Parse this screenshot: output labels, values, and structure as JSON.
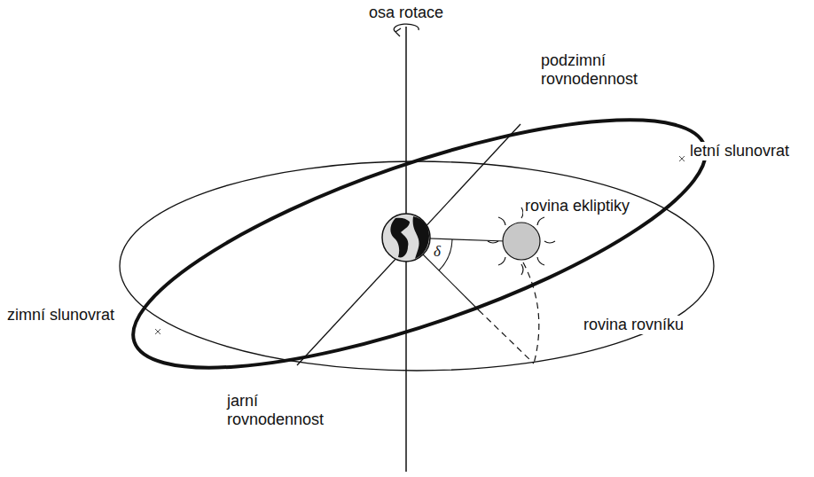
{
  "diagram": {
    "labels": [
      "osa rotace",
      "podzimní rovnodennost",
      "letní slunovrat",
      "rovina ekliptiky",
      "zimní slunovrat",
      "rovina rovníku",
      "jarní rovnodennost",
      "δ"
    ]
  }
}
